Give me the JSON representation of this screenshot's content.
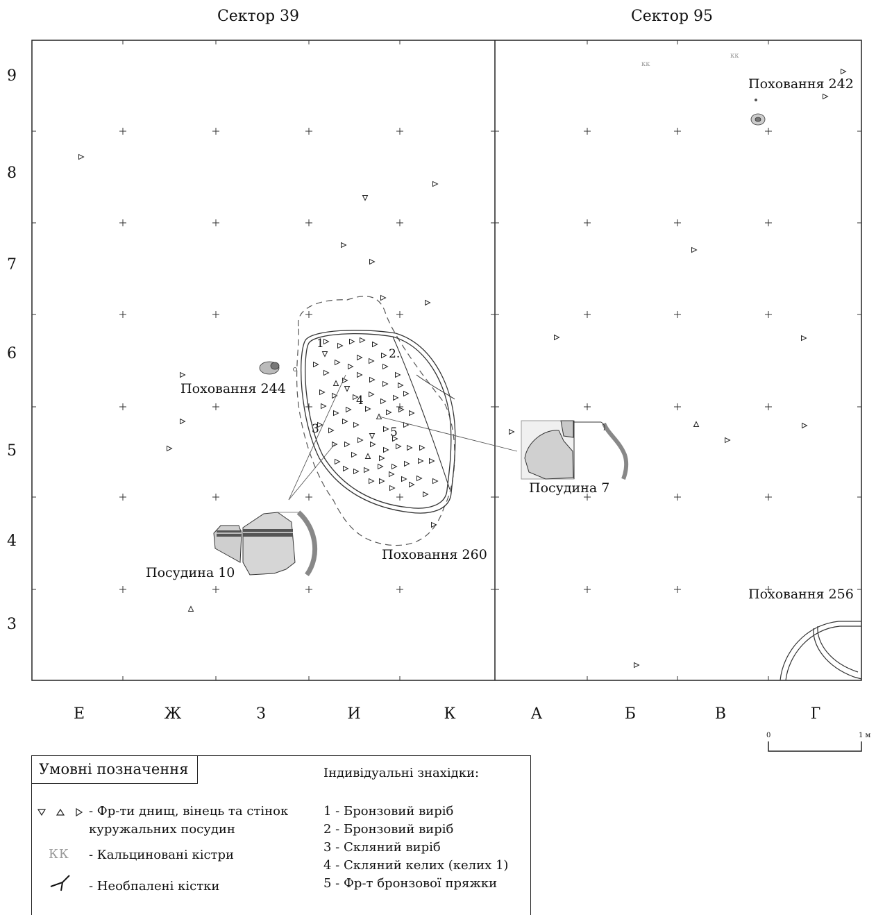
{
  "sectors": [
    "Сектор 39",
    "Сектор 95"
  ],
  "row_labels": [
    "9",
    "8",
    "7",
    "6",
    "5",
    "4",
    "3"
  ],
  "column_labels": [
    "Е",
    "Ж",
    "З",
    "И",
    "К",
    "А",
    "Б",
    "В",
    "Г"
  ],
  "burials": {
    "b242": "Поховання 242",
    "b244": "Поховання 244",
    "b260": "Поховання 260",
    "b256": "Поховання 256"
  },
  "vessels": {
    "v10": "Посудина 10",
    "v7": "Посудина 7"
  },
  "find_numbers": [
    "1",
    "2.",
    "3",
    "4",
    "5"
  ],
  "kk_marks": [
    "кк",
    "кк"
  ],
  "scale": {
    "start": "0",
    "end": "1 м"
  },
  "legend": {
    "title": "Умовні позначення",
    "sherds_label": "- Фр-ти днищ, вінець та стінок",
    "sherds_label_2": "куружальних посудин",
    "kk_symbol": "КК",
    "kk_label": "- Кальциновані кістри",
    "bones_label": "- Необпалені кістки"
  },
  "individual_finds": {
    "heading": "Індивідуальні знахідки:",
    "items": [
      "1 - Бронзовий виріб",
      "2 - Бронзовий виріб",
      "3 - Скляний виріб",
      "4 - Скляний келих (келих 1)",
      "5 - Фр-т бронзової пряжки"
    ]
  },
  "colors": {
    "line": "#222222",
    "dashed": "#555555",
    "grey_fill": "#8a8a8a",
    "kk": "#999999"
  }
}
